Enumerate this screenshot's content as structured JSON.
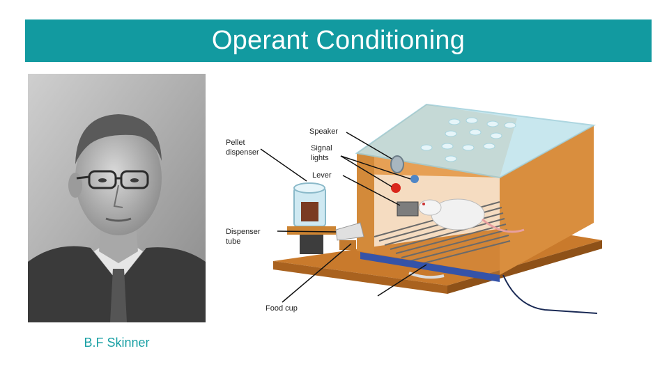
{
  "slide": {
    "title": "Operant Conditioning",
    "caption": "B.F Skinner"
  },
  "diagram": {
    "labels": {
      "pellet_line1": "Pellet",
      "pellet_line2": "dispenser",
      "speaker": "Speaker",
      "signal_line1": "Signal",
      "signal_line2": "lights",
      "lever": "Lever",
      "tube_line1": "Dispenser",
      "tube_line2": "tube",
      "food_cup": "Food cup"
    }
  },
  "colors": {
    "title_bar": "#129aa0",
    "caption": "#19a0a4",
    "wood": "#d2893a",
    "glass": "#bfe3ec"
  }
}
